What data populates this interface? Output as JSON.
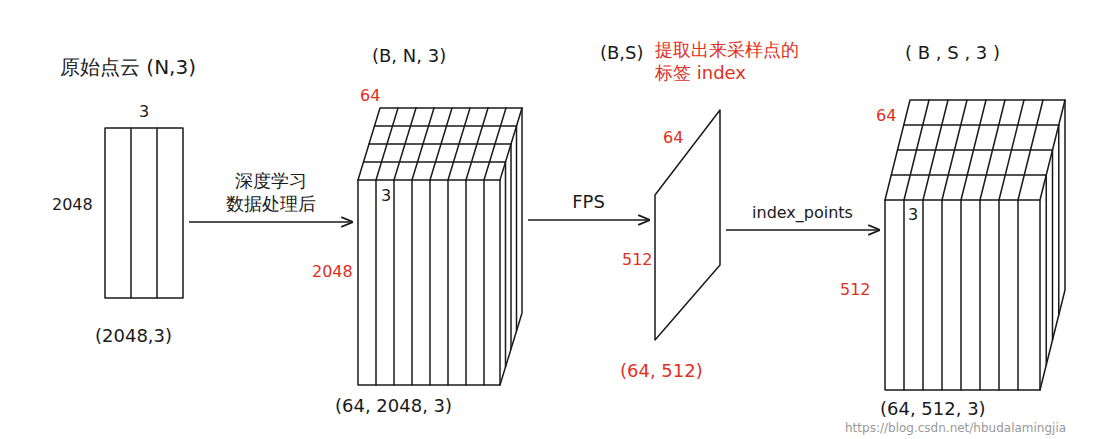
{
  "diagram": {
    "nodes": [
      {
        "text": [
          "原始点云 (N,3)",
          "3",
          "2048",
          "(2048,3)"
        ]
      },
      {
        "text": [
          "(B, N, 3)",
          "64",
          "3",
          "2048",
          "(64, 2048, 3)"
        ]
      },
      {
        "text": [
          "(B,S)",
          "提取出来采样点的标签 index",
          "64",
          "512",
          "(64, 512)"
        ]
      },
      {
        "text": [
          "( B , S , 3 )",
          "64",
          "3",
          "512",
          "(64, 512, 3)"
        ]
      }
    ],
    "edges": [
      {
        "from": 0,
        "to": 1,
        "arrow": "to",
        "label": "深度学习 数据处理后"
      },
      {
        "from": 1,
        "to": 2,
        "arrow": "to",
        "label": "FPS"
      },
      {
        "from": 2,
        "to": 3,
        "arrow": "to",
        "label": "index_points"
      }
    ],
    "labels": [
      "https://blog.csdn.net/hbudalamingjia"
    ]
  }
}
